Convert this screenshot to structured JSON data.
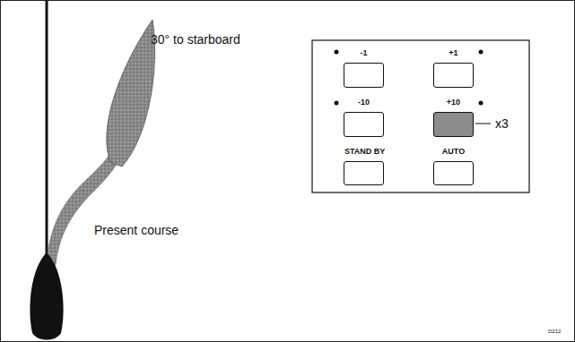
{
  "diagram": {
    "nodes": [
      {
        "text": [
          "-1"
        ]
      },
      {
        "text": [
          "+1"
        ]
      },
      {
        "text": [
          "-10"
        ]
      },
      {
        "text": [
          "+10"
        ]
      },
      {
        "text": [
          "STAND BY"
        ]
      },
      {
        "text": [
          "AUTO"
        ]
      }
    ],
    "labels": [
      "30° to starboard",
      "Present course",
      "x3",
      "D212"
    ]
  }
}
